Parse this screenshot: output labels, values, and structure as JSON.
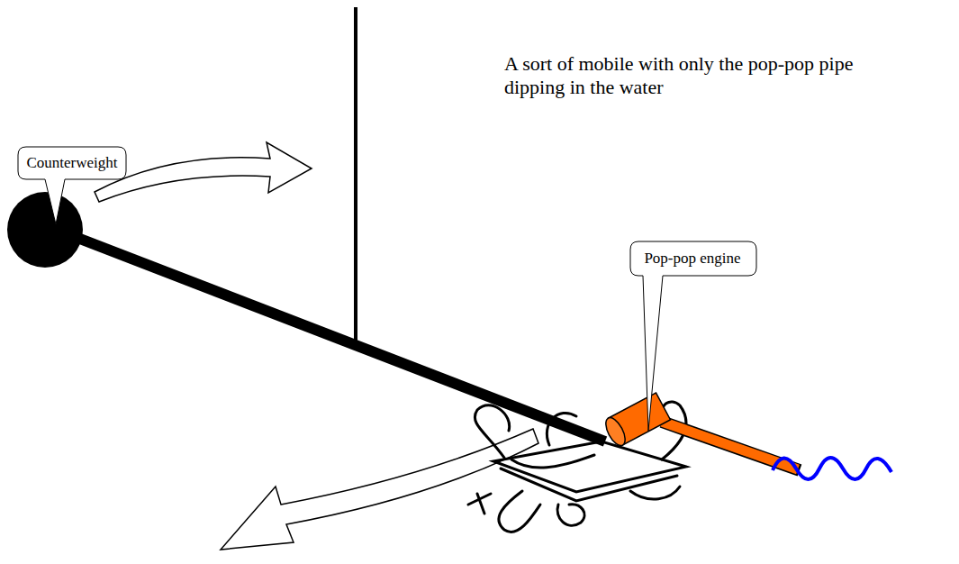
{
  "diagram": {
    "nodes": [
      {
        "text": [
          "Counterweight"
        ]
      },
      {
        "text": [
          "Pop-pop engine"
        ]
      }
    ],
    "labels": [
      "A sort of mobile with only the pop-pop pipe dipping in the water"
    ]
  }
}
